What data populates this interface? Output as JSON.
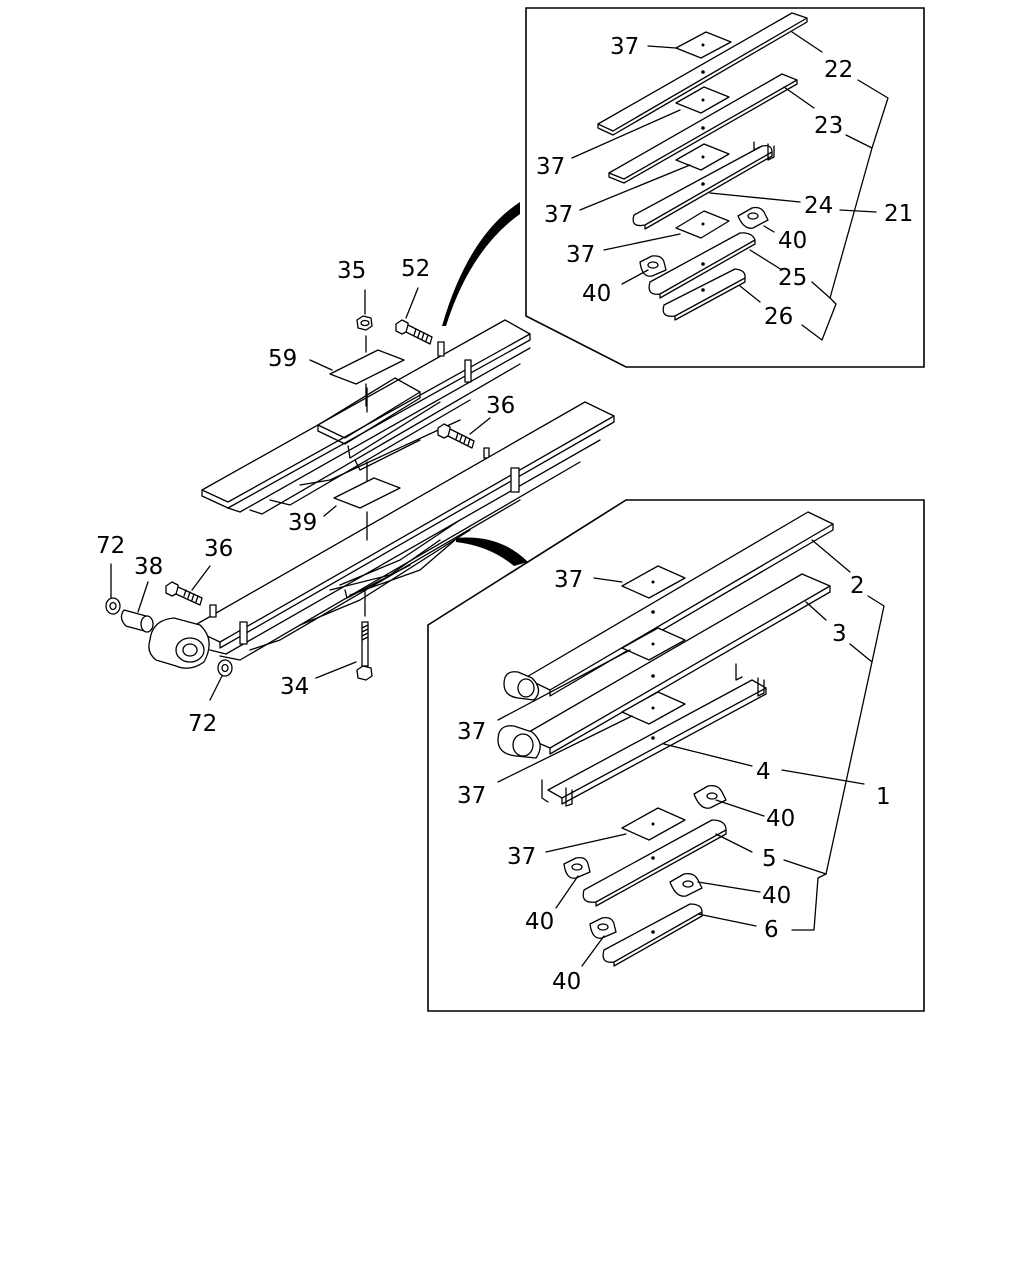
{
  "callouts": {
    "c22": "22",
    "c23": "23",
    "c24": "24",
    "c21": "21",
    "c25": "25",
    "c26": "26",
    "c37a": "37",
    "c37b": "37",
    "c37c": "37",
    "c37d": "37",
    "c40a": "40",
    "c40b": "40",
    "c35": "35",
    "c52": "52",
    "c59": "59",
    "c36a": "36",
    "c39": "39",
    "c72a": "72",
    "c38": "38",
    "c36b": "36",
    "c34": "34",
    "c72b": "72",
    "c2": "2",
    "c3": "3",
    "c4": "4",
    "c1": "1",
    "c5": "5",
    "c6": "6",
    "c37e": "37",
    "c37f": "37",
    "c37g": "37",
    "c37h": "37",
    "c40c": "40",
    "c40d": "40",
    "c40e": "40",
    "c40f": "40"
  }
}
